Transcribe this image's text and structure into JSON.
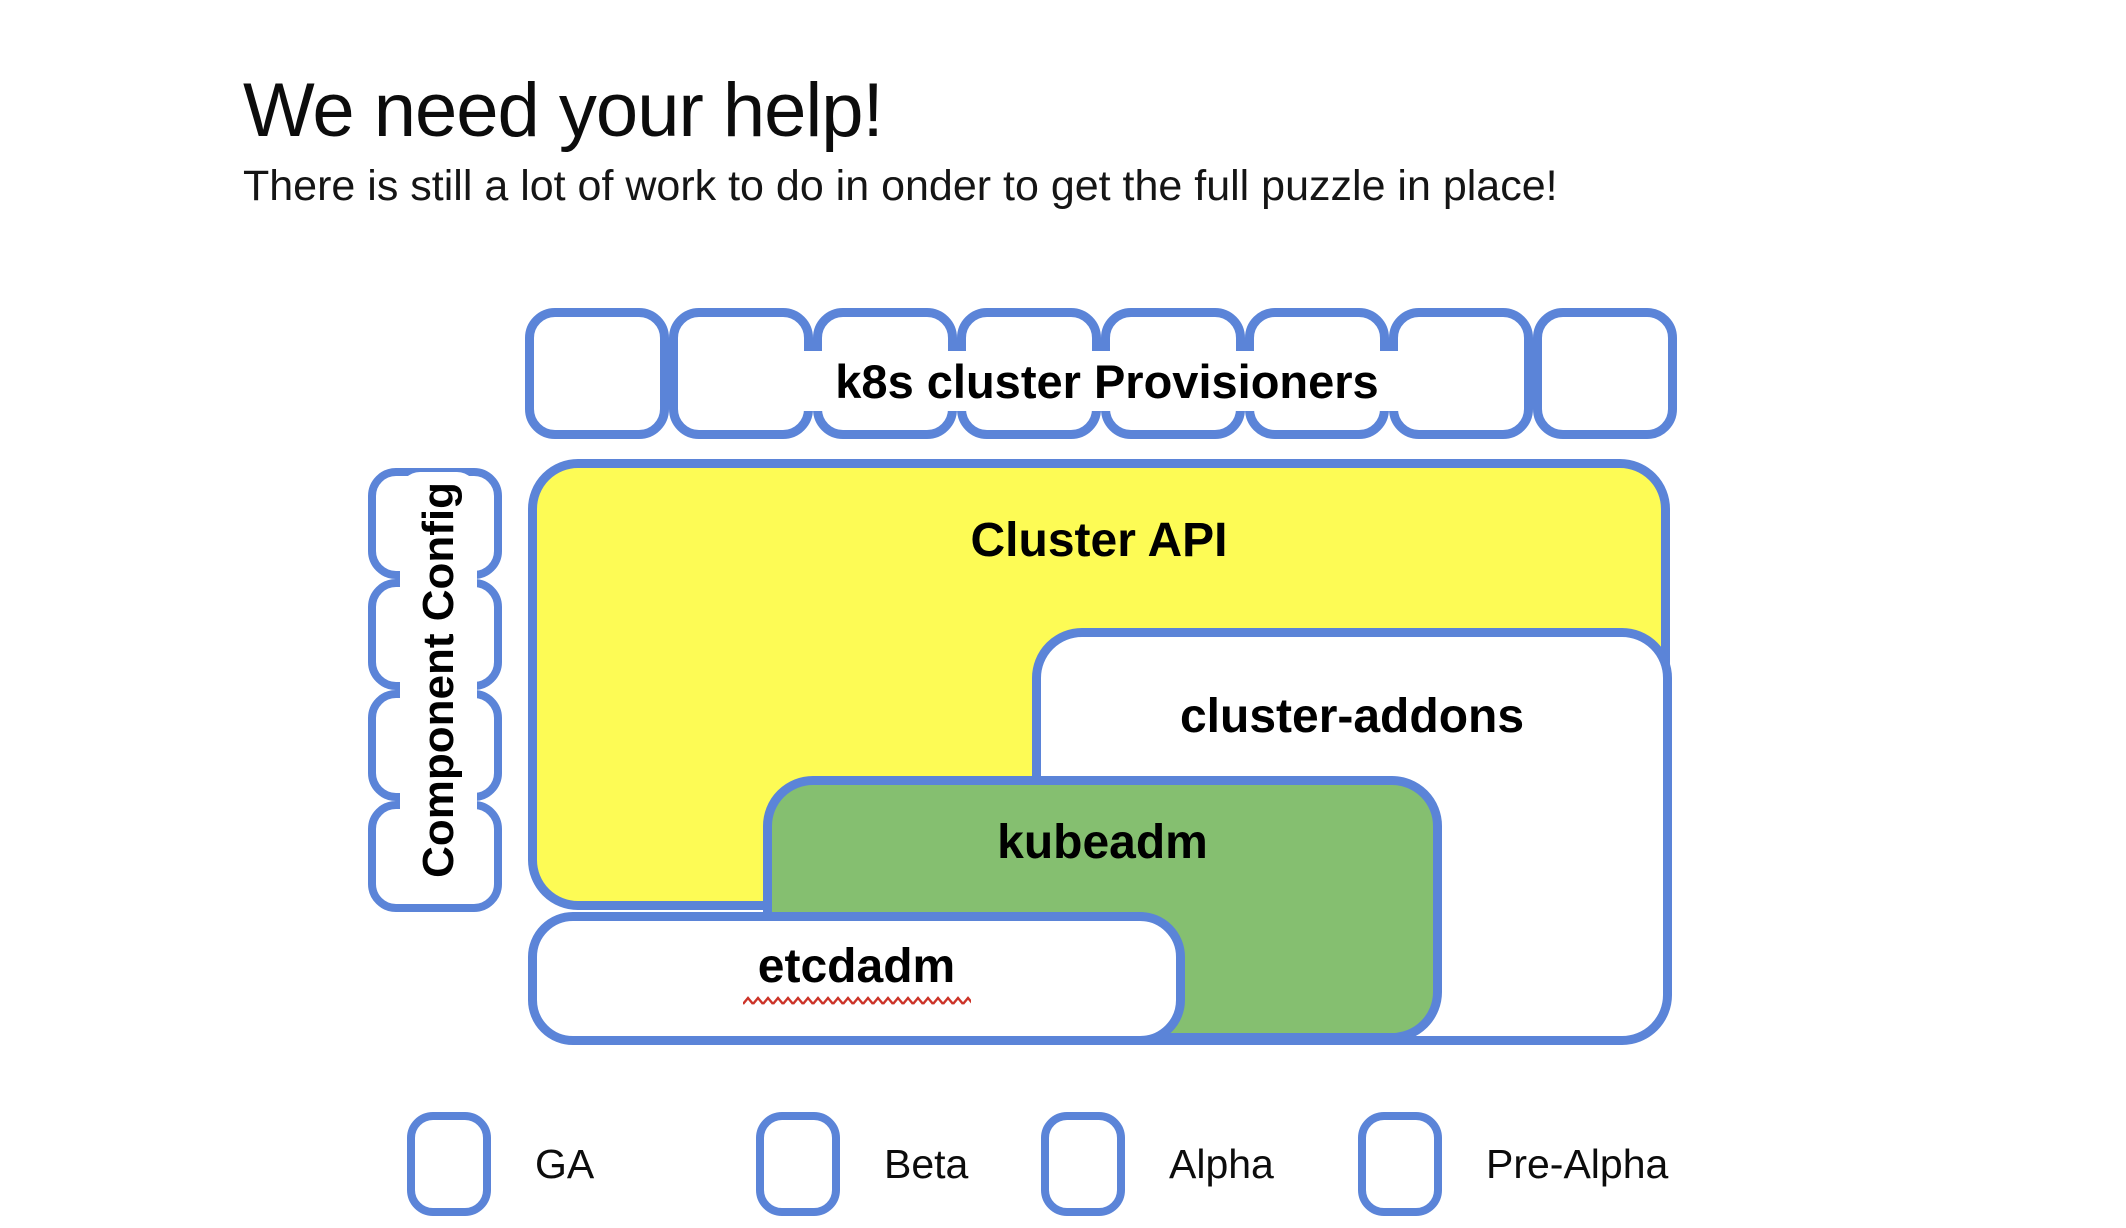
{
  "slide": {
    "title": "We need your help!",
    "subtitle": "There is still a lot of work to do in onder to get the full puzzle in place!"
  },
  "colors": {
    "ga": "#85BF70",
    "beta": "#E8993E",
    "alpha": "#FDFB55",
    "prealpha": "#FFFFFF",
    "border": "#5B84D8",
    "squiggle": "#CC3328"
  },
  "provisioners": {
    "label": "k8s cluster Provisioners",
    "squares": [
      "ga",
      "ga",
      "ga",
      "beta",
      "beta",
      "beta",
      "alpha",
      "prealpha"
    ]
  },
  "component_config": {
    "label": "Component Config",
    "squares": [
      "prealpha",
      "prealpha",
      "alpha",
      "beta"
    ]
  },
  "boxes": {
    "cluster_api": {
      "label": "Cluster API",
      "status": "alpha"
    },
    "cluster_addons": {
      "label": "cluster-addons",
      "status": "prealpha"
    },
    "kubeadm": {
      "label": "kubeadm",
      "status": "ga"
    },
    "etcdadm": {
      "label": "etcdadm",
      "status": "prealpha"
    }
  },
  "legend": {
    "items": [
      {
        "label": "GA",
        "status": "ga"
      },
      {
        "label": "Beta",
        "status": "beta"
      },
      {
        "label": "Alpha",
        "status": "alpha"
      },
      {
        "label": "Pre-Alpha",
        "status": "prealpha"
      }
    ]
  }
}
